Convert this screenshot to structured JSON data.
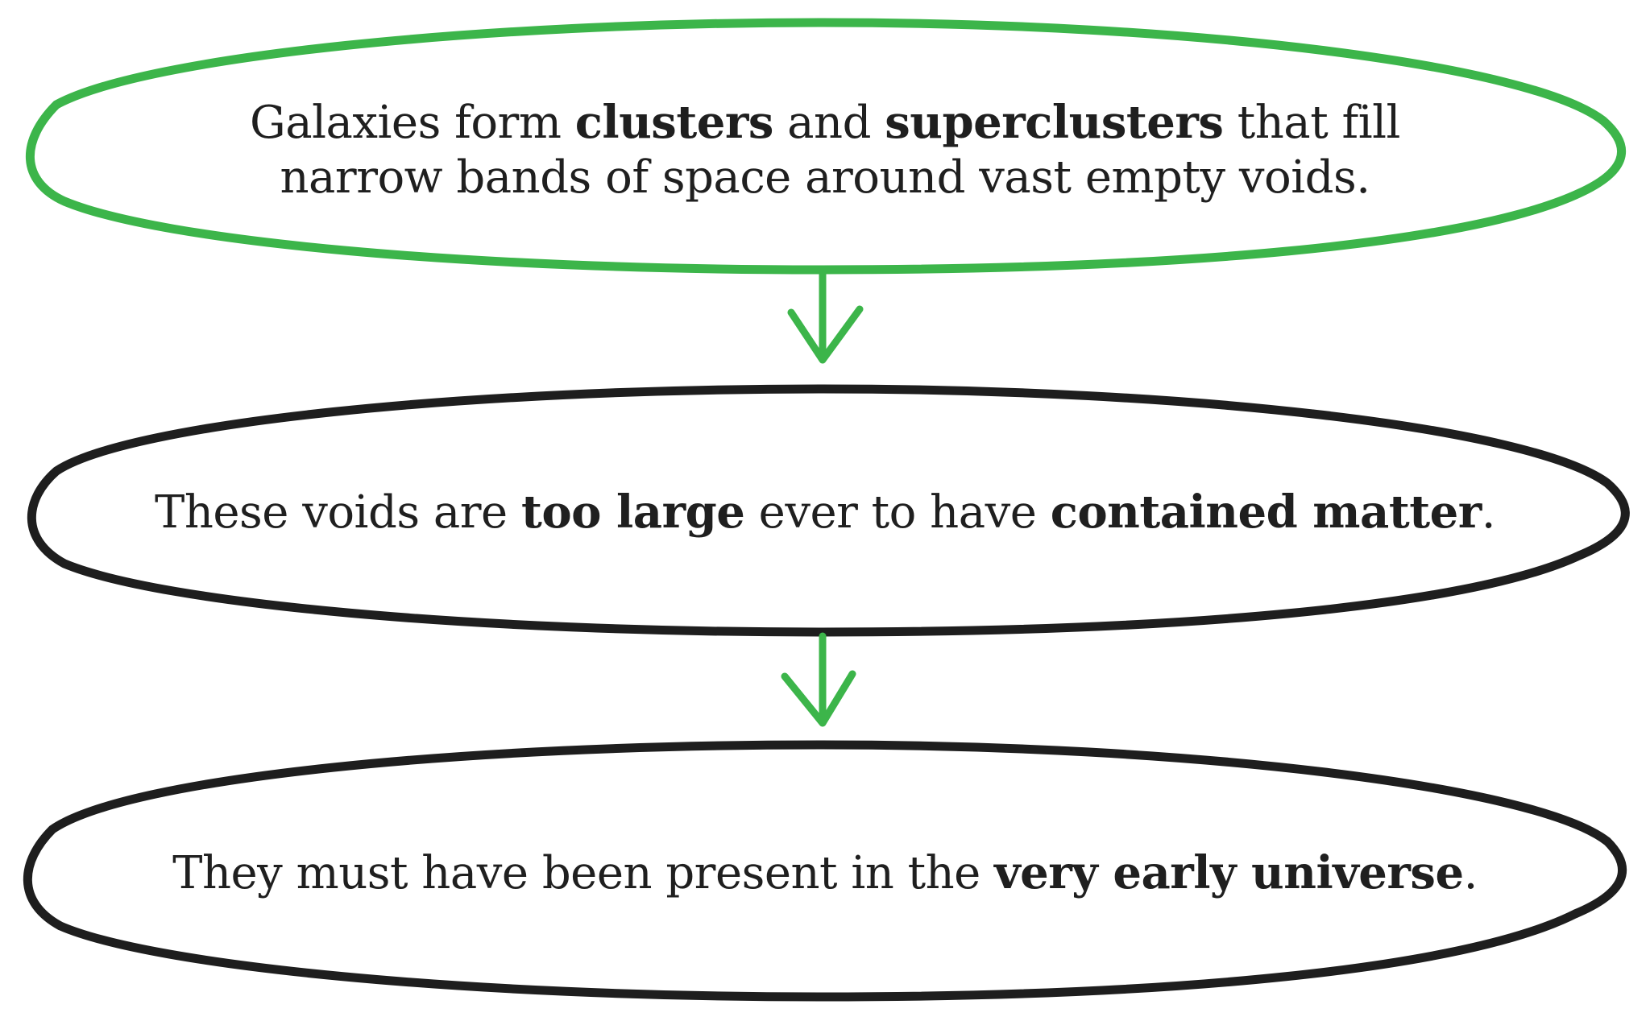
{
  "colors": {
    "green": "#3cb54a",
    "black": "#1e1e1e",
    "text": "#1f1f1f"
  },
  "nodes": [
    {
      "border": "green",
      "lines": [
        [
          {
            "text": "Galaxies form ",
            "bold": false
          },
          {
            "text": "clusters",
            "bold": true
          },
          {
            "text": " and ",
            "bold": false
          },
          {
            "text": "superclusters",
            "bold": true
          },
          {
            "text": " that fill",
            "bold": false
          }
        ],
        [
          {
            "text": "narrow bands of space around vast empty voids.",
            "bold": false
          }
        ]
      ]
    },
    {
      "border": "black",
      "lines": [
        [
          {
            "text": "These voids are ",
            "bold": false
          },
          {
            "text": "too large",
            "bold": true
          },
          {
            "text": " ever to have ",
            "bold": false
          },
          {
            "text": "contained matter",
            "bold": true
          },
          {
            "text": ".",
            "bold": false
          }
        ]
      ]
    },
    {
      "border": "black",
      "lines": [
        [
          {
            "text": "They must have been present in the ",
            "bold": false
          },
          {
            "text": "very early universe",
            "bold": true
          },
          {
            "text": ".",
            "bold": false
          }
        ]
      ]
    }
  ],
  "arrows": [
    {
      "from": 0,
      "to": 1,
      "color": "green"
    },
    {
      "from": 1,
      "to": 2,
      "color": "green"
    }
  ]
}
